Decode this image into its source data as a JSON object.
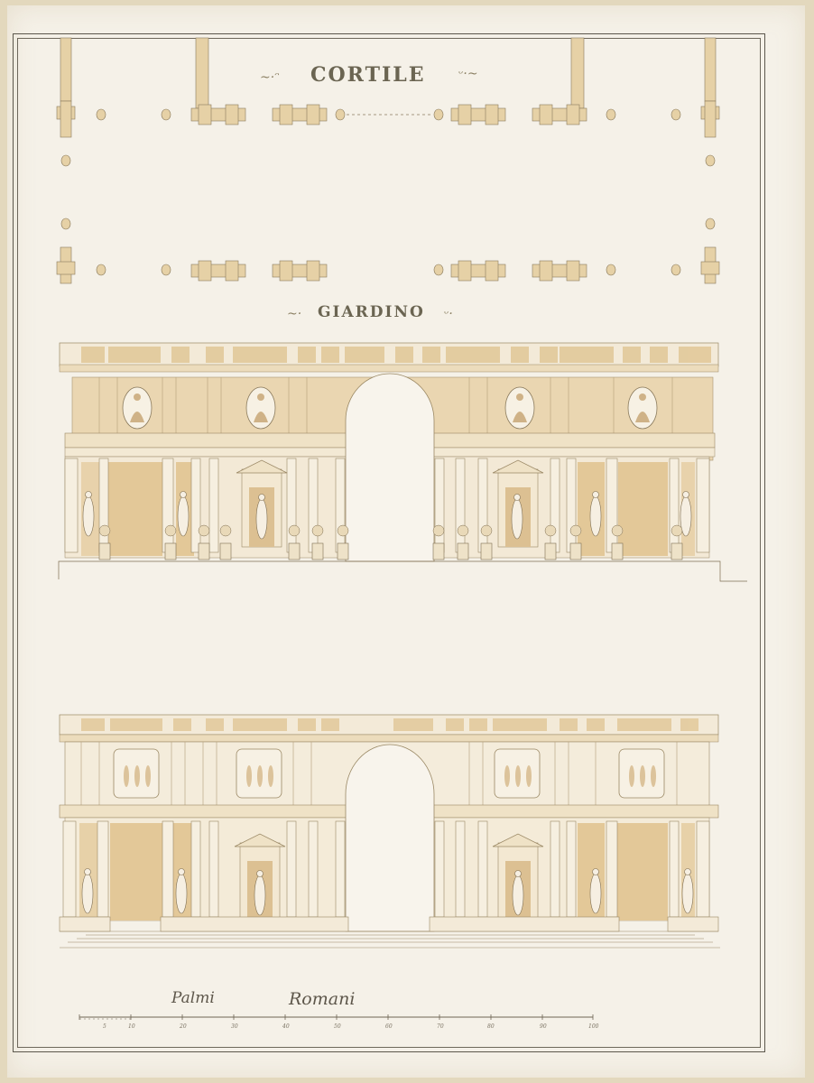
{
  "drawing": {
    "plan_title": "CORTILE",
    "plan_subtitle": "GIARDINO",
    "elevations": [
      {
        "label": "upper-elevation",
        "features": [
          "balustrade",
          "oval busts",
          "central arch",
          "pedimented niches",
          "statues on pedestals"
        ]
      },
      {
        "label": "lower-elevation",
        "features": [
          "balustrade",
          "relief panels",
          "central arch",
          "pedimented niches",
          "niche statues",
          "steps"
        ]
      }
    ],
    "scale": {
      "label_1": "Palmi",
      "label_2": "Romani",
      "ticks": [
        "5",
        "10",
        "20",
        "30",
        "40",
        "50",
        "60",
        "70",
        "80",
        "90",
        "100"
      ]
    }
  },
  "colors": {
    "paper": "#f5f1e8",
    "wash": "#e8d3ad",
    "ink": "#7a6a4e",
    "frame": "#5c574c"
  }
}
